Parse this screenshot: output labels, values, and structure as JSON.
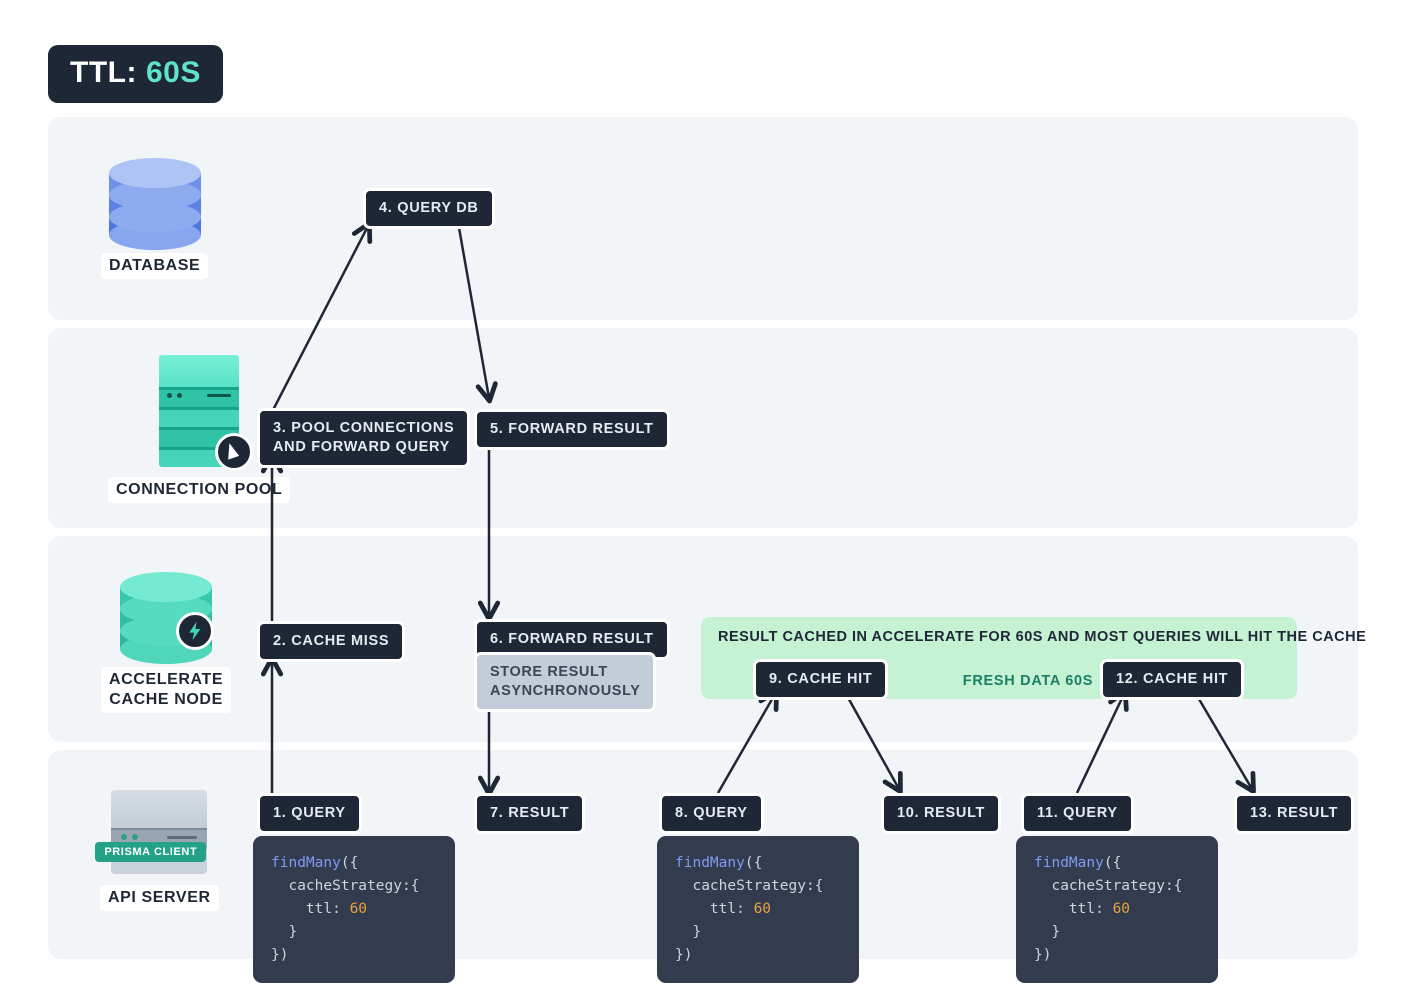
{
  "ttl_badge": {
    "label": "TTL:",
    "value": "60S"
  },
  "bands": [
    {
      "id": "band-db",
      "name": "database-band"
    },
    {
      "id": "band-pool",
      "name": "connection-pool-band"
    },
    {
      "id": "band-acc",
      "name": "accelerate-band"
    },
    {
      "id": "band-api",
      "name": "api-server-band"
    }
  ],
  "nodes": {
    "database": {
      "label": "DATABASE",
      "icon": "database-cylinder-icon"
    },
    "connection_pool": {
      "label": "CONNECTION POOL",
      "icon": "server-rack-icon",
      "badge": "prisma-logo-icon"
    },
    "accelerate": {
      "label": "ACCELERATE\nCACHE NODE",
      "icon": "cache-cylinder-icon",
      "badge": "lightning-bolt-icon"
    },
    "api_server": {
      "label": "API SERVER",
      "icon": "api-server-icon",
      "pill": "PRISMA CLIENT"
    }
  },
  "steps": {
    "s1": "1. QUERY",
    "s2": "2. CACHE MISS",
    "s3": "3. POOL CONNECTIONS\nAND FORWARD QUERY",
    "s4": "4. QUERY DB",
    "s5": "5. FORWARD RESULT",
    "s6": "6. FORWARD RESULT",
    "s7": "7. RESULT",
    "s8": "8. QUERY",
    "s9": "9. CACHE HIT",
    "s10": "10. RESULT",
    "s11": "11. QUERY",
    "s12": "12. CACHE HIT",
    "s13": "13. RESULT"
  },
  "notes": {
    "store_async": "STORE RESULT\nASYNCHRONOUSLY"
  },
  "cache_banner": {
    "title": "RESULT CACHED IN ACCELERATE FOR 60S AND MOST QUERIES WILL HIT THE CACHE",
    "fresh_data": "FRESH DATA  60S"
  },
  "code_blocks": {
    "line1_fn": "findMany",
    "line1_rest": "({",
    "line2": "  cacheStrategy:{",
    "line3_key": "    ttl: ",
    "line3_val": "60",
    "line4": "  }",
    "line5": "})"
  },
  "colors": {
    "dark": "#1e2735",
    "teal_accent": "#5fe3c8",
    "band_bg": "#f2f5f8",
    "banner_green": "#c6f2d4",
    "fresh_text": "#1b7f68",
    "note_gray": "#c3cdd9",
    "code_bg": "#333c4e",
    "code_fn": "#7e9cf0",
    "code_num": "#e8a33d",
    "prisma_pill": "#24a287",
    "db_blue": "#6e92e8"
  }
}
